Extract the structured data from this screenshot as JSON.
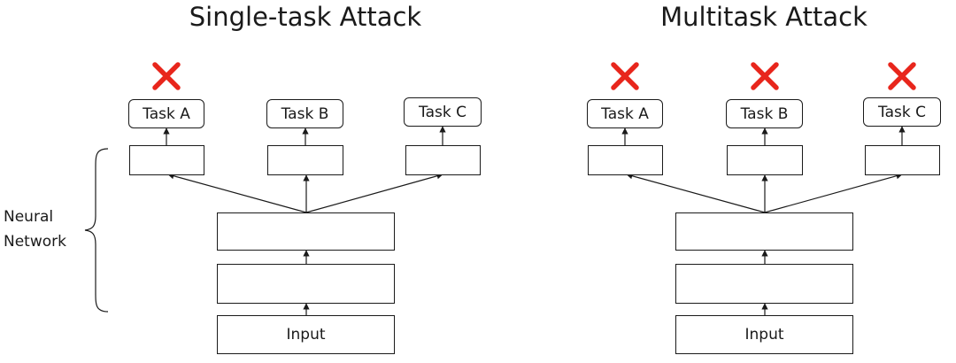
{
  "panels": [
    {
      "title": "Single-task Attack",
      "tasks": [
        "Task A",
        "Task B",
        "Task C"
      ],
      "attacked": [
        true,
        false,
        false
      ],
      "input_label": "Input"
    },
    {
      "title": "Multitask Attack",
      "tasks": [
        "Task A",
        "Task B",
        "Task C"
      ],
      "attacked": [
        true,
        true,
        true
      ],
      "input_label": "Input"
    }
  ],
  "brace_label": [
    "Neural",
    "Network"
  ],
  "colors": {
    "cross": "#e8261c",
    "line": "#1a1a1a"
  },
  "icons": {
    "attack_marker": "cross-mark-icon"
  }
}
